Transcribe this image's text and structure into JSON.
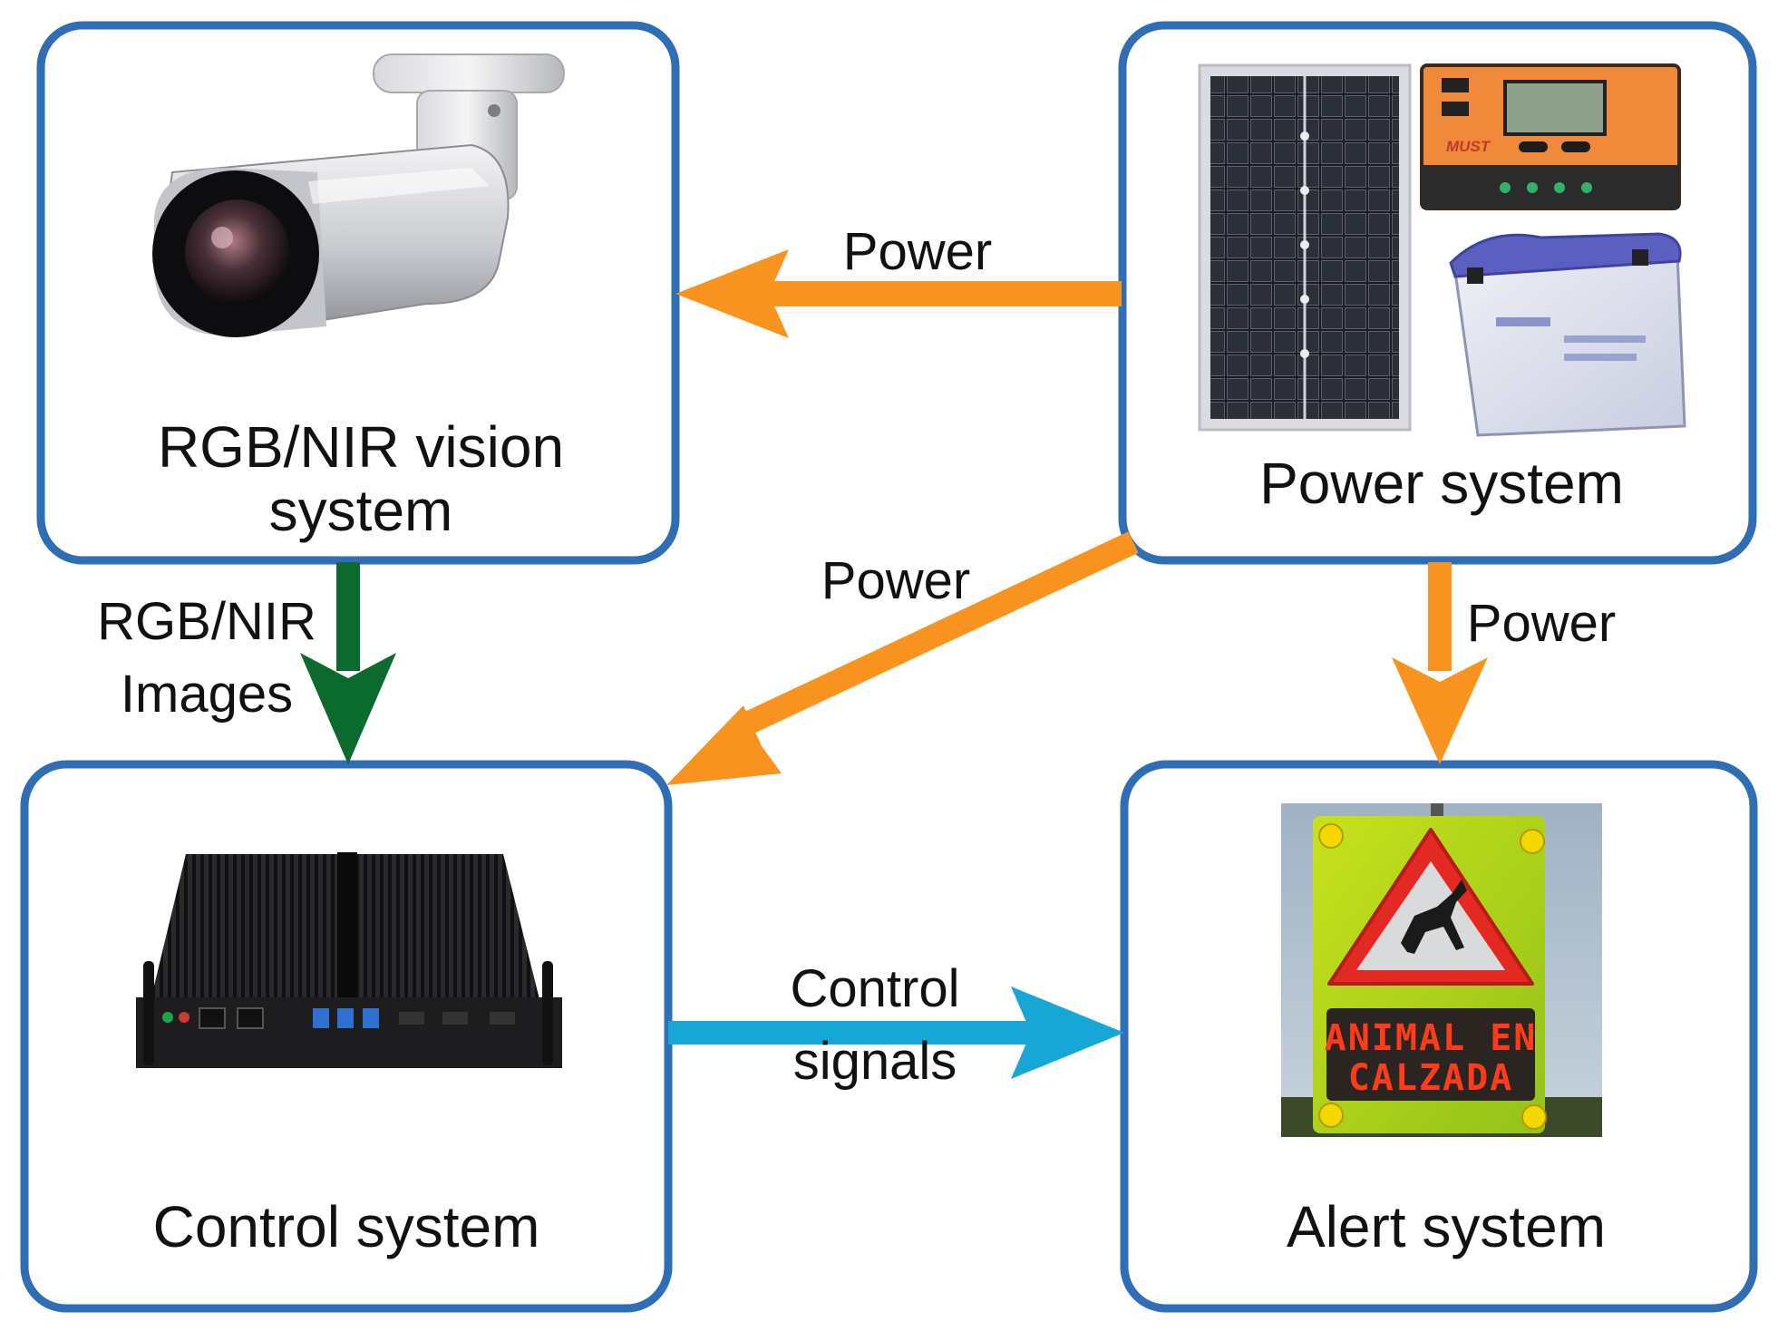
{
  "diagram": {
    "nodes": {
      "vision": {
        "title_line1": "RGB/NIR vision",
        "title_line2": "system",
        "image": "bullet-camera"
      },
      "power": {
        "title": "Power system",
        "images": [
          "solar-panel",
          "charge-controller",
          "battery"
        ],
        "controller_logo": "MUST"
      },
      "control": {
        "title": "Control system",
        "image": "fanless-mini-pc"
      },
      "alert": {
        "title": "Alert system",
        "image": "animal-warning-sign",
        "sign_line1": "ANIMAL EN",
        "sign_line2": "CALZADA"
      }
    },
    "edges": {
      "power_to_vision": {
        "label": "Power",
        "color": "#f7931e"
      },
      "power_to_control": {
        "label": "Power",
        "color": "#f7931e"
      },
      "power_to_alert": {
        "label": "Power",
        "color": "#f7931e"
      },
      "vision_to_control": {
        "label_line1": "RGB/NIR",
        "label_line2": "Images",
        "color": "#0b6b2e"
      },
      "control_to_alert": {
        "label_line1": "Control",
        "label_line2": "signals",
        "color": "#16a7d6"
      }
    }
  },
  "colors": {
    "box_border": "#2f6db5",
    "power": "#f7931e",
    "images": "#0b6b2e",
    "control": "#16a7d6"
  }
}
